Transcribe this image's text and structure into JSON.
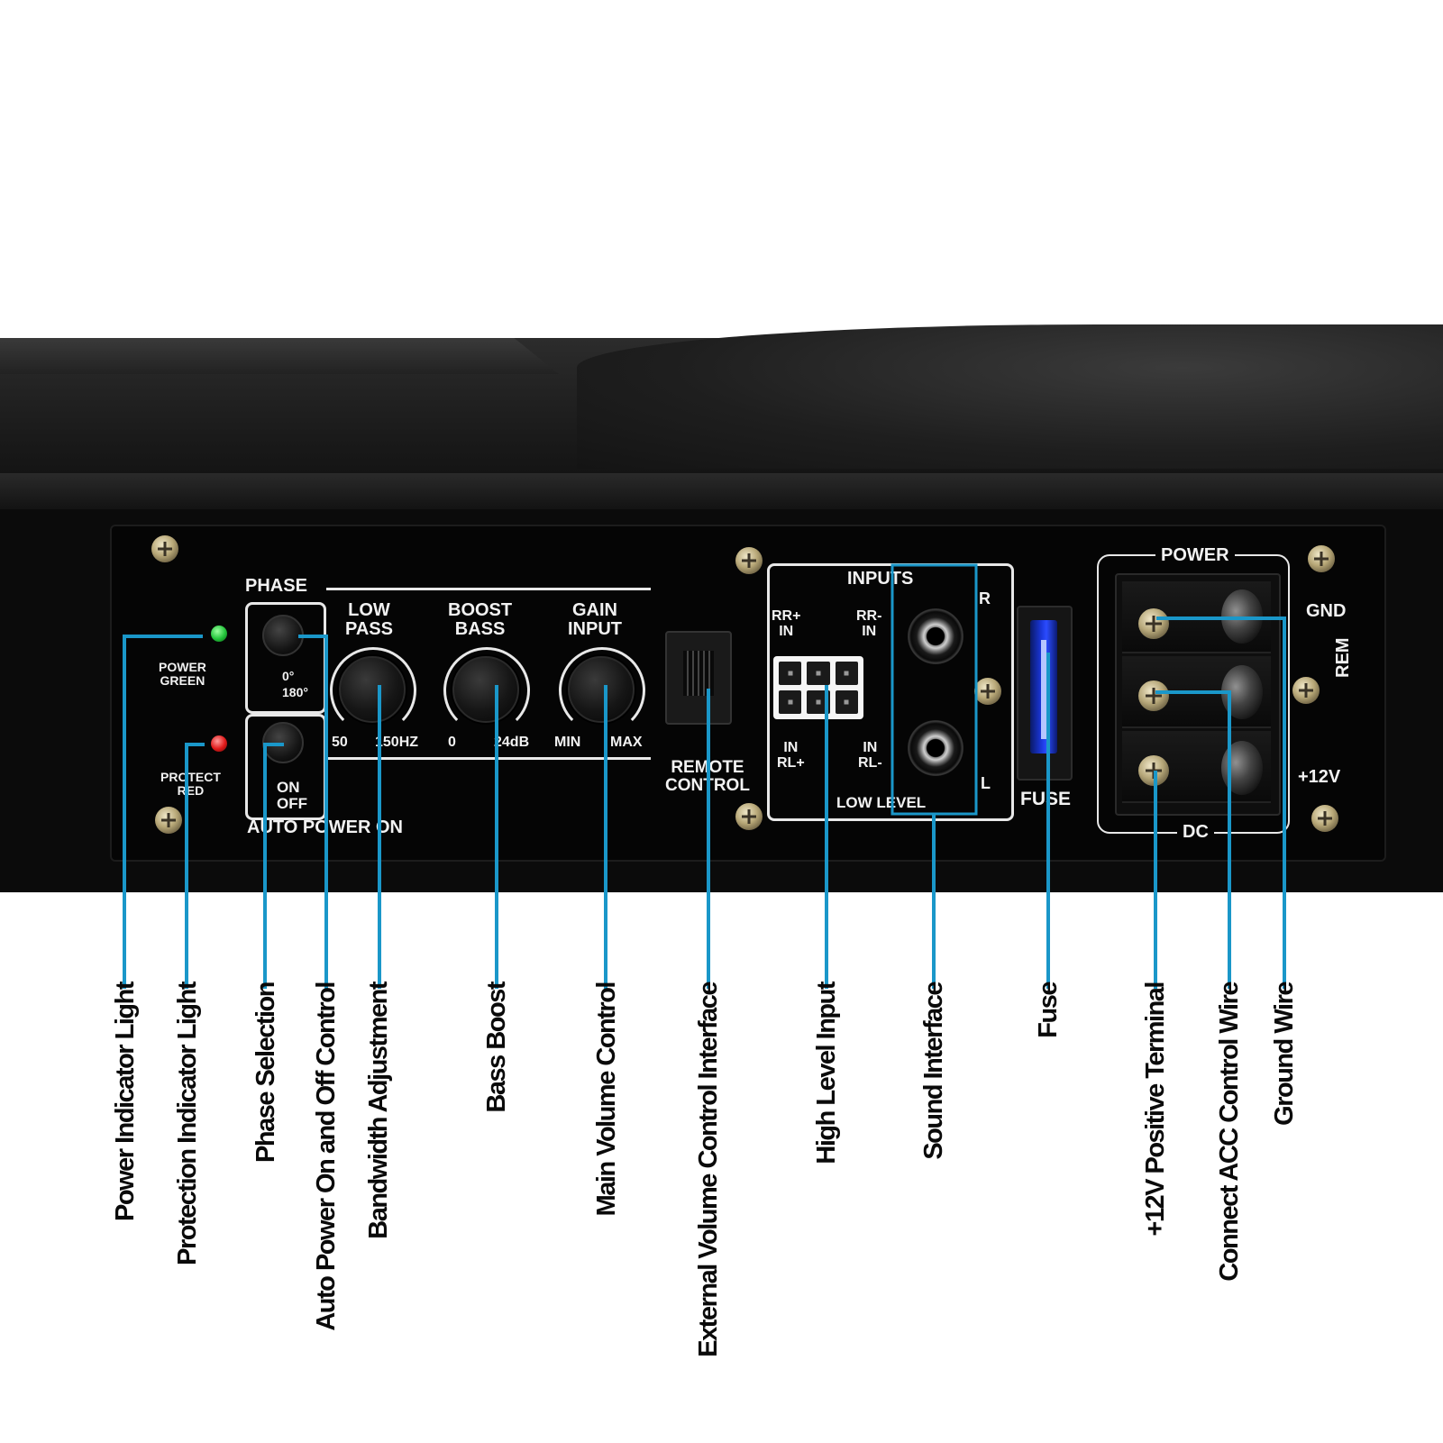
{
  "panel": {
    "phase": "PHASE",
    "phase_0": "0°",
    "phase_180": "180°",
    "power_led": "POWER\nGREEN",
    "protect_led": "PROTECT\nRED",
    "on": "ON",
    "off": "OFF",
    "auto_power_on": "AUTO POWER ON",
    "low_pass": "LOW\nPASS",
    "low_pass_min": "50",
    "low_pass_max": "150HZ",
    "boost_bass": "BOOST\nBASS",
    "boost_min": "0",
    "boost_max": "24dB",
    "gain_input": "GAIN\nINPUT",
    "gain_min": "MIN",
    "gain_max": "MAX",
    "remote_control": "REMOTE\nCONTROL",
    "inputs": "INPUTS",
    "rr_plus_in": "RR+\nIN",
    "rr_minus_in": "RR-\nIN",
    "in_rl_plus": "IN\nRL+",
    "in_rl_minus": "IN\nRL-",
    "r": "R",
    "l": "L",
    "low_level": "LOW LEVEL",
    "fuse": "FUSE",
    "power": "POWER",
    "gnd": "GND",
    "rem": "REM",
    "plus12v": "+12V",
    "dc": "DC"
  },
  "labels": [
    "Power Indicator Light",
    "Protection Indicator Light",
    "Phase Selection",
    "Auto Power On and Off Control",
    "Bandwidth Adjustment",
    "Bass Boost",
    "Main Volume Control",
    "External Volume Control Interface",
    "High Level Input",
    "Sound Interface",
    "Fuse",
    "+12V Positive Terminal",
    "Connect ACC Control Wire",
    "Ground Wire"
  ],
  "colors": {
    "callout": "#1a97c9",
    "power_led": "#22c33a",
    "protect_led": "#e01818"
  }
}
